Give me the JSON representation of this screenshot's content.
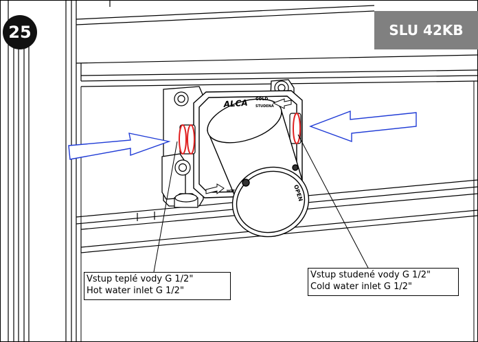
{
  "step": {
    "number": "25"
  },
  "model": {
    "label": "SLU 42KB"
  },
  "valve": {
    "brand": "ALCA",
    "cold_label": "COLD",
    "cold_label_cz": "STUDENÁ",
    "hot_label": "HOT",
    "open_label": "OPEN"
  },
  "callouts": {
    "hot": {
      "line1": "Vstup teplé vody G 1/2\"",
      "line2": "Hot water inlet G 1/2\""
    },
    "cold": {
      "line1": "Vstup studené vody G 1/2\"",
      "line2": "Cold water inlet G 1/2\""
    }
  },
  "colors": {
    "arrow_fill": "#ffffff",
    "arrow_stroke": "#1f3bd6",
    "inlet_highlight": "#e02020",
    "model_box": "#808080"
  }
}
